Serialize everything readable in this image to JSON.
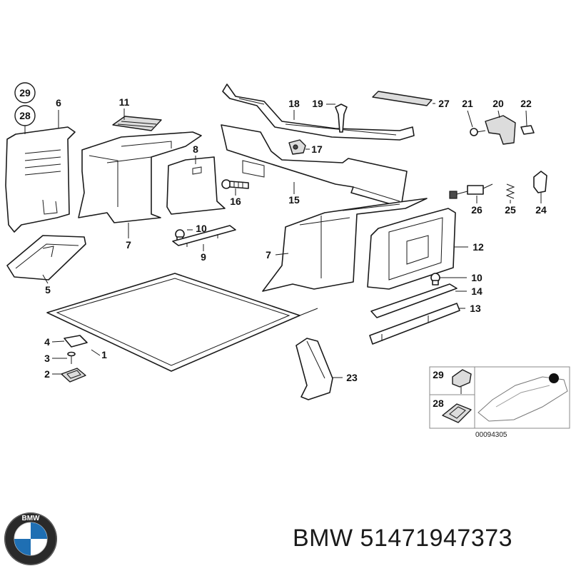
{
  "callouts": {
    "c1": "1",
    "c2": "2",
    "c3": "3",
    "c4": "4",
    "c5": "5",
    "c6": "6",
    "c7a": "7",
    "c7b": "7",
    "c8": "8",
    "c9": "9",
    "c10a": "10",
    "c10b": "10",
    "c11": "11",
    "c12": "12",
    "c13": "13",
    "c14": "14",
    "c15": "15",
    "c16": "16",
    "c17": "17",
    "c18": "18",
    "c19": "19",
    "c20": "20",
    "c21": "21",
    "c22": "22",
    "c23": "23",
    "c24": "24",
    "c25": "25",
    "c26": "26",
    "c27": "27",
    "c28": "28",
    "c29": "29",
    "c28i": "28",
    "c29i": "29"
  },
  "inset": {
    "reference_number": "00094305"
  },
  "footer": {
    "brand": "BMW",
    "part_number": "51471947373",
    "logo_letters": "BMW"
  }
}
